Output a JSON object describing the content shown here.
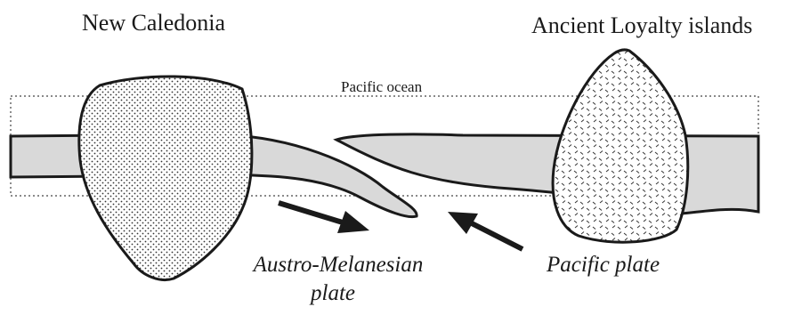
{
  "labels": {
    "new_caledonia": "New Caledonia",
    "loyalty_islands": "Ancient Loyalty islands",
    "ocean": "Pacific ocean",
    "austro_plate_line1": "Austro-Melanesian",
    "austro_plate_line2": "plate",
    "pacific_plate": "Pacific plate"
  },
  "colors": {
    "outline": "#1a1a1a",
    "plate_fill": "#d9d9d9",
    "background": "#ffffff",
    "ocean_box": "#444444"
  }
}
